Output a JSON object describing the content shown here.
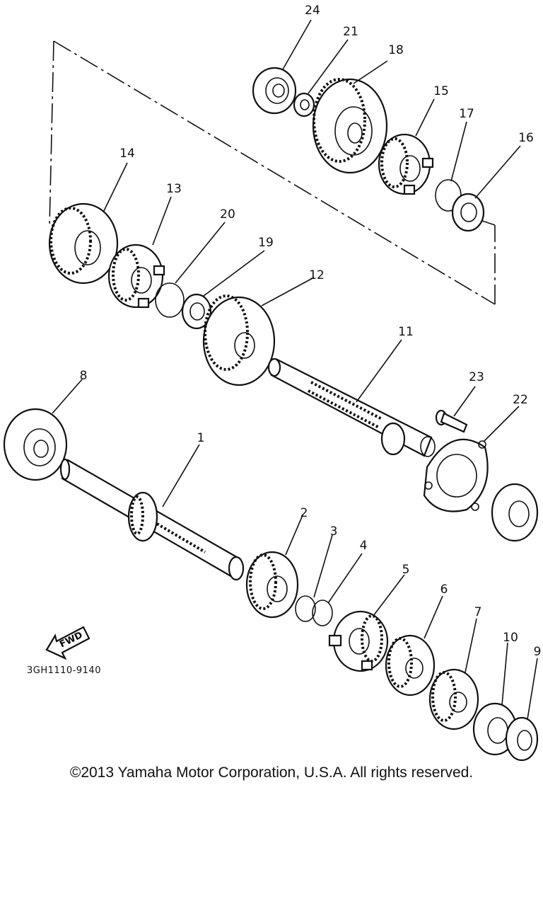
{
  "diagram": {
    "callouts": [
      "24",
      "21",
      "18",
      "15",
      "17",
      "16",
      "14",
      "13",
      "20",
      "19",
      "12",
      "11",
      "8",
      "23",
      "22",
      "1",
      "2",
      "3",
      "4",
      "5",
      "6",
      "7",
      "10",
      "9"
    ],
    "direction_label": "FWD",
    "code": "3GH1110-9140"
  },
  "footer": {
    "copyright": "©2013 Yamaha Motor Corporation, U.S.A. All rights reserved."
  }
}
